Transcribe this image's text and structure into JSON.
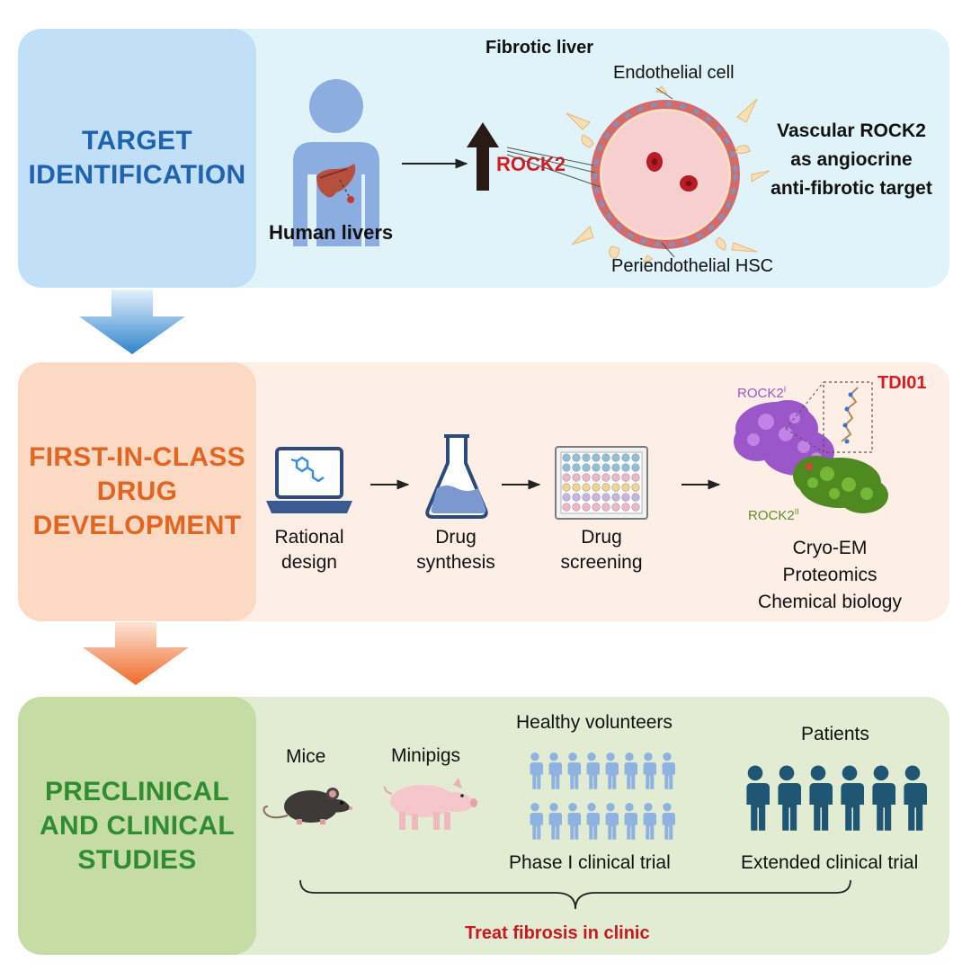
{
  "panel1": {
    "title_line1": "TARGET",
    "title_line2": "IDENTIFICATION",
    "human_livers": "Human livers",
    "rock2": "ROCK2",
    "fibrotic_liver": "Fibrotic liver",
    "endothelial_cell": "Endothelial cell",
    "periendothelial_hsc": "Periendothelial HSC",
    "vascular_line1": "Vascular ROCK2",
    "vascular_line2": "as angiocrine",
    "vascular_line3": "anti-fibrotic target"
  },
  "panel2": {
    "title_line1": "FIRST-IN-CLASS",
    "title_line2": "DRUG",
    "title_line3": "DEVELOPMENT",
    "step1_line1": "Rational",
    "step1_line2": "design",
    "step2_line1": "Drug",
    "step2_line2": "synthesis",
    "step3_line1": "Drug",
    "step3_line2": "screening",
    "rock2_i": "ROCK2",
    "rock2_i_sup": "I",
    "rock2_ii": "ROCK2",
    "rock2_ii_sup": "II",
    "tdi01": "TDI01",
    "method1": "Cryo-EM",
    "method2": "Proteomics",
    "method3": "Chemical biology"
  },
  "panel3": {
    "title_line1": "PRECLINICAL",
    "title_line2": "AND CLINICAL",
    "title_line3": "STUDIES",
    "mice": "Mice",
    "minipigs": "Minipigs",
    "healthy_volunteers": "Healthy volunteers",
    "patients": "Patients",
    "phase1": "Phase I clinical trial",
    "extended": "Extended clinical trial",
    "treat": "Treat fibrosis in clinic"
  },
  "colors": {
    "panel1_title": "#1f62b0",
    "panel2_title": "#e26622",
    "panel3_title": "#2f8c33",
    "highlight_red": "#d31d22",
    "person_light_blue": "#8fb2e0",
    "person_dark_teal": "#1e5673"
  },
  "icons": [
    "person-liver-icon",
    "laptop-molecule-icon",
    "flask-icon",
    "well-plate-icon",
    "protein-structure-icon",
    "mouse-icon",
    "pig-icon",
    "volunteer-person-icon",
    "patient-person-icon"
  ]
}
